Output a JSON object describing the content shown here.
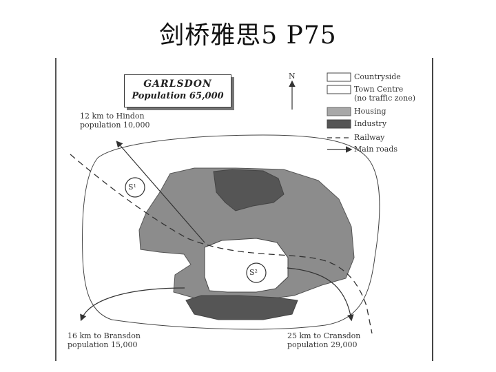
{
  "slide": {
    "title": "剑桥雅思5 P75"
  },
  "map": {
    "town": {
      "name": "GARLSDON",
      "population": "Population 65,000"
    },
    "north_label": "N",
    "legend": [
      {
        "label": "Countryside",
        "symbol": "white-box"
      },
      {
        "label": "Town Centre\n(no traffic zone)",
        "symbol": "white-box"
      },
      {
        "label": "Housing",
        "symbol": "light-grey-box"
      },
      {
        "label": "Industry",
        "symbol": "dark-grey-box"
      },
      {
        "label": "Railway",
        "symbol": "dashed-line"
      },
      {
        "label": "Main roads",
        "symbol": "arrow-line"
      }
    ],
    "sites": [
      {
        "label": "S¹"
      },
      {
        "label": "S²"
      }
    ],
    "destinations": [
      {
        "line1": "12 km to Hindon",
        "line2": "population 10,000"
      },
      {
        "line1": "16 km to Bransdon",
        "line2": "population 15,000"
      },
      {
        "line1": "25 km to Cransdon",
        "line2": "population 29,000"
      }
    ],
    "colors": {
      "housing": "#8c8c8c",
      "industry": "#555555",
      "countryside": "#ffffff",
      "outline": "#333333"
    }
  }
}
